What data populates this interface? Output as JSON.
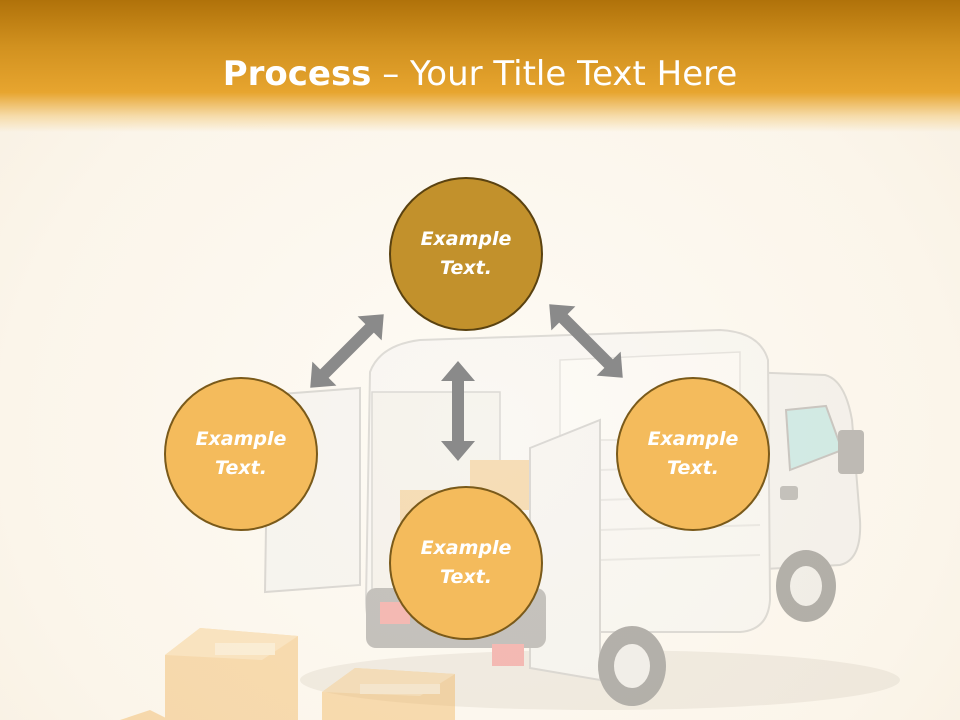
{
  "slide": {
    "title_bold": "Process",
    "title_rest": " – Your Title Text Here"
  },
  "nodes": [
    {
      "position": "top",
      "text": "Example Text.",
      "style": "dark"
    },
    {
      "position": "left",
      "text": "Example Text.",
      "style": "light"
    },
    {
      "position": "bottom",
      "text": "Example Text.",
      "style": "light"
    },
    {
      "position": "right",
      "text": "Example Text.",
      "style": "light"
    }
  ],
  "colors": {
    "header": "#d1911f",
    "node_fill": "#f4bb5c",
    "node_fill_active": "#c2912c",
    "arrow": "#8a8a8a"
  },
  "icons": [
    "delivery-truck",
    "cardboard-box",
    "double-arrow"
  ]
}
